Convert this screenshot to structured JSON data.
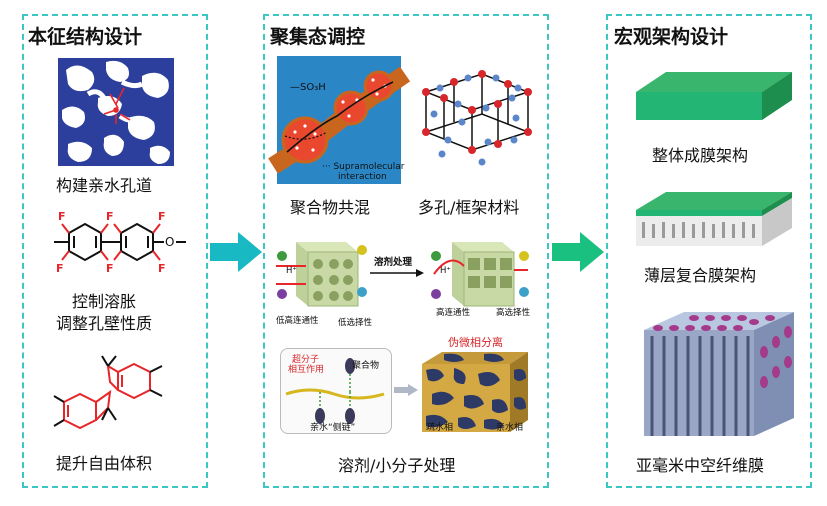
{
  "panels": {
    "intrinsic": {
      "title": "本征结构设计",
      "captions": [
        "构建亲水孔道",
        "控制溶胀",
        "调整孔壁性质",
        "提升自由体积"
      ],
      "molecule_F": "F",
      "molecule_O": "O"
    },
    "aggregation": {
      "title": "聚集态调控",
      "captions": [
        "聚合物共混",
        "多孔/框架材料",
        "溶剂/小分子处理"
      ],
      "so3h": "—SO₃H",
      "supra": "··· Supramolecular",
      "supra2": "interaction",
      "solvent_arrow": "溶剂处理",
      "low_perm": "低高连通性",
      "low_sel": "低选择性",
      "high_perm": "高连通性",
      "high_sel": "高选择性",
      "pseudo_phase": "伪微相分离",
      "supramol_cn": "超分子",
      "interact_cn": "相互作用",
      "polymer_cn": "聚合物",
      "side_chain": "亲水“侧链”",
      "hydrophobic": "疏水相",
      "hydrophilic": "亲水相",
      "hplus": "H⁺"
    },
    "macro": {
      "title": "宏观架构设计",
      "captions": [
        "整体成膜架构",
        "薄层复合膜架构",
        "亚毫米中空纤维膜"
      ]
    }
  },
  "colors": {
    "border": "#3cc6c4",
    "arrow": "#19b9c4",
    "green": "#22b573",
    "fluorine": "#e8262a",
    "red_ring": "#e8262a"
  }
}
